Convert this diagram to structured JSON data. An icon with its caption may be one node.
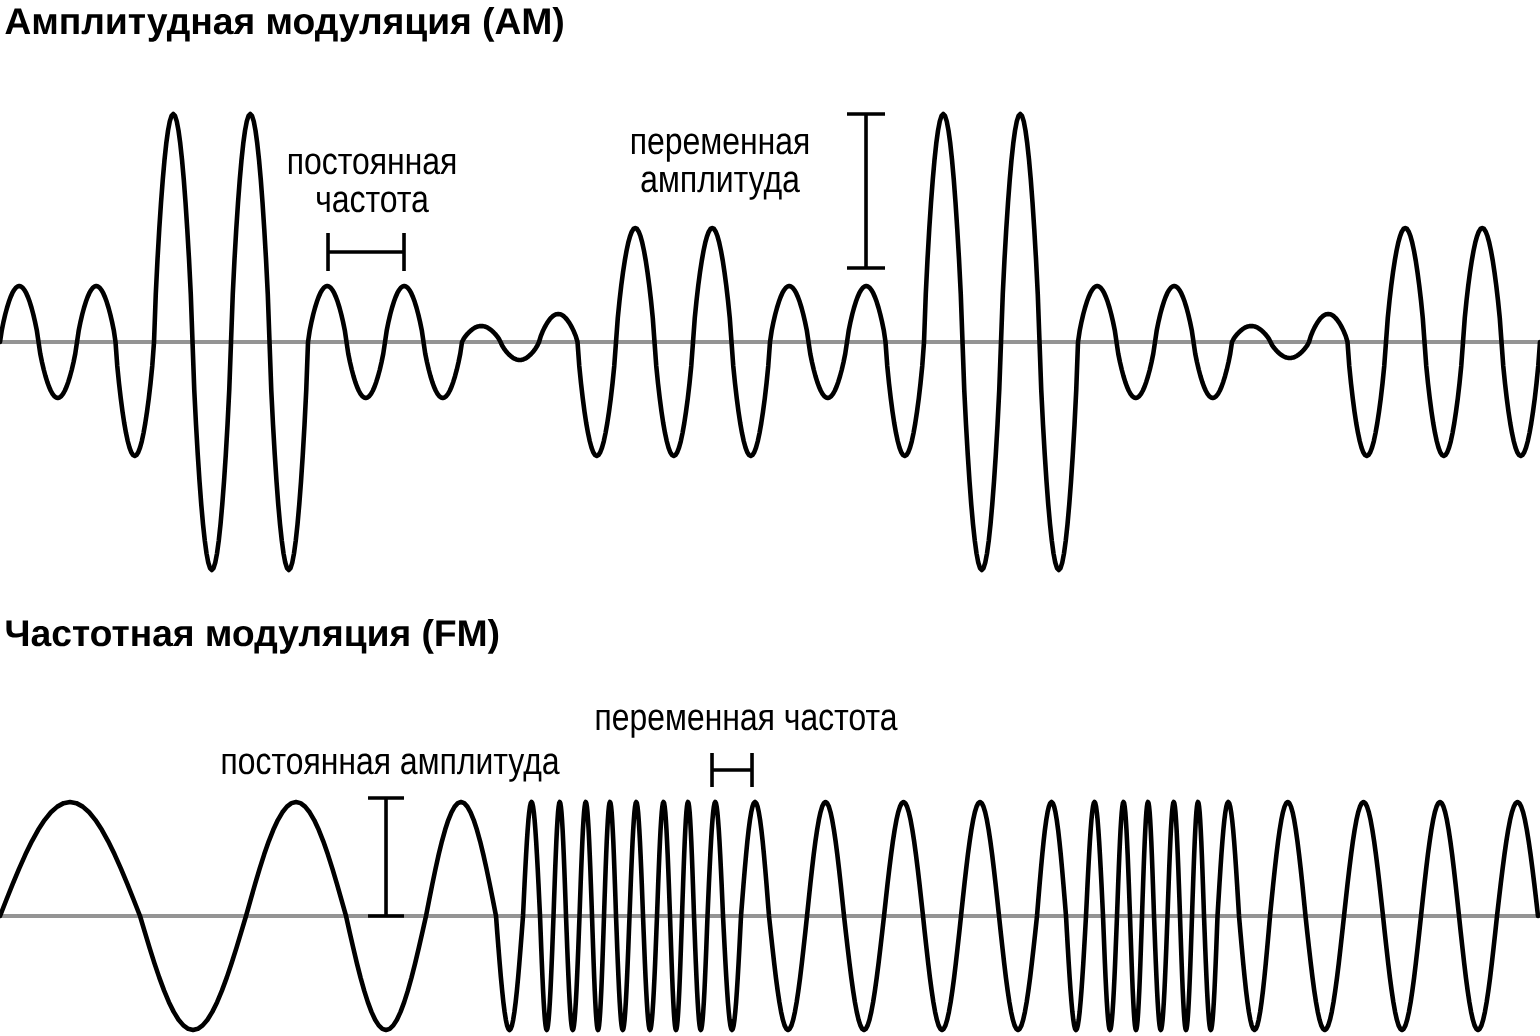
{
  "diagram": {
    "labels": [
      "Амплитудная модуляция (AM)",
      "постоянная частота",
      "переменная амплитуда",
      "Частотная модуляция (FM)",
      "постоянная амплитуда",
      "переменная частота"
    ]
  }
}
